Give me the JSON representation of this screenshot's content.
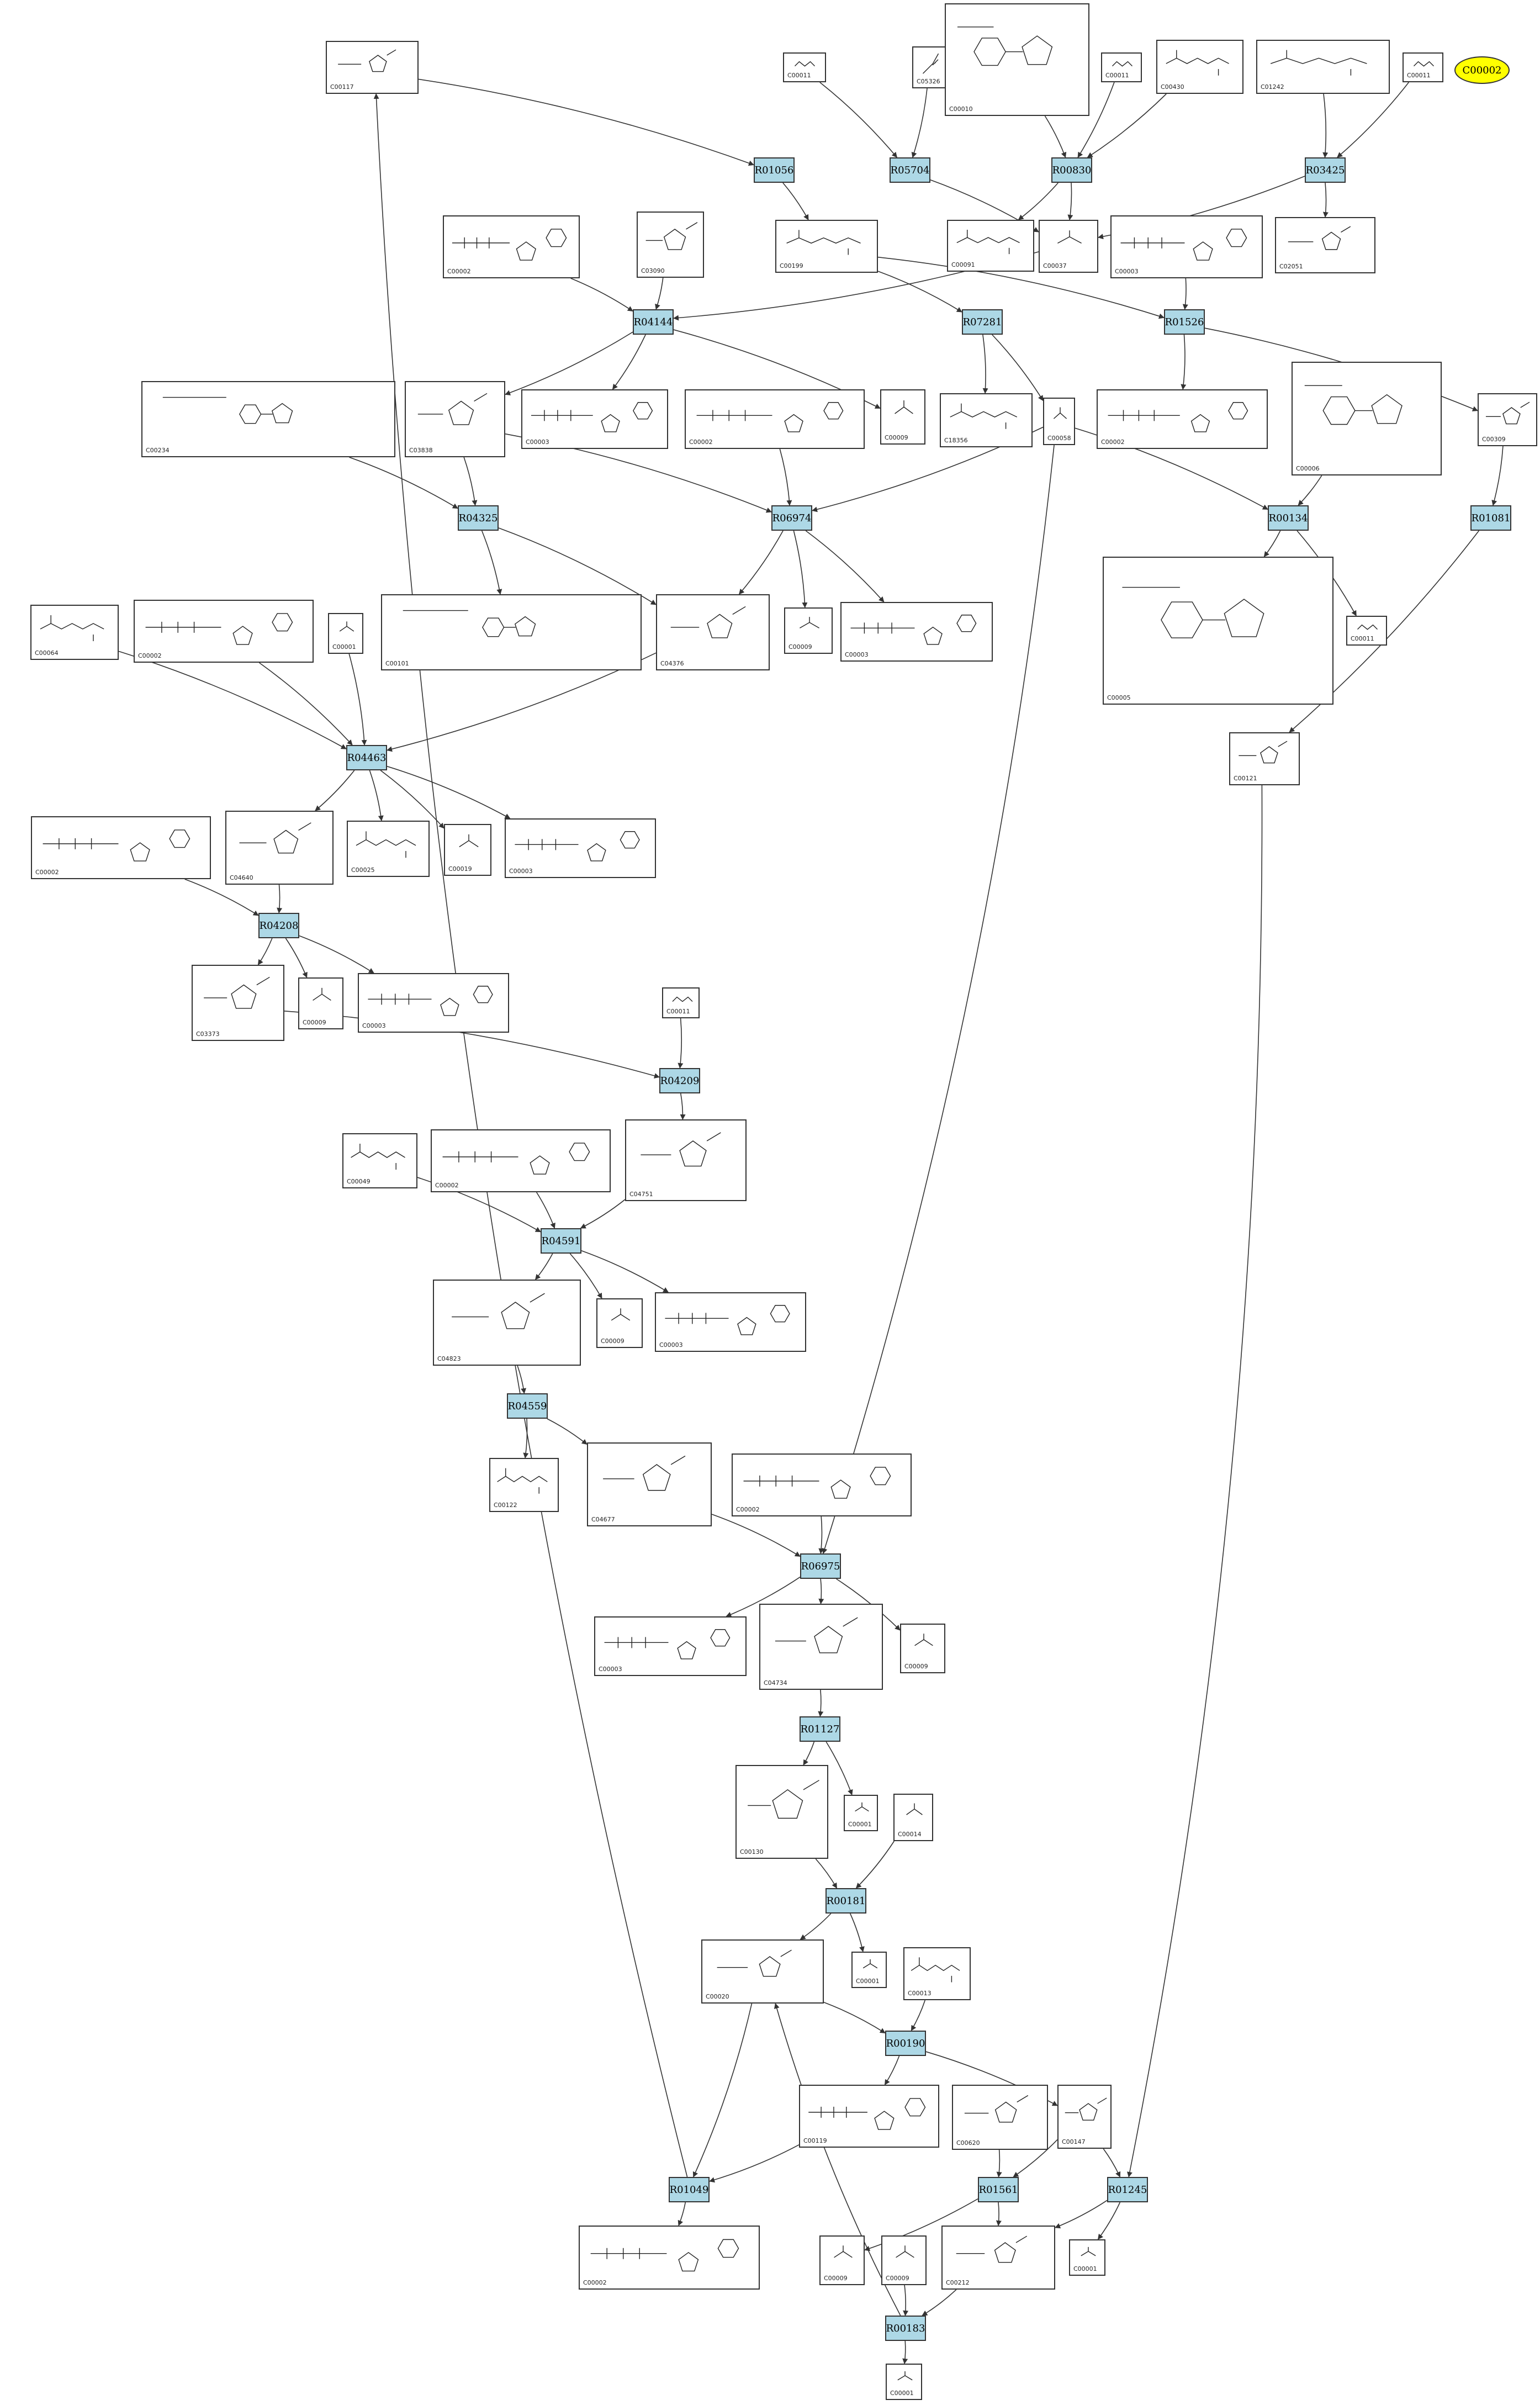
{
  "highlight": {
    "label": "C00002",
    "color": "#ffff00"
  },
  "colors": {
    "reaction_fill": "#add8e6",
    "border": "#333333",
    "edge": "#333333"
  },
  "reactions": [
    "R01056",
    "R05704",
    "R00830",
    "R03425",
    "R04144",
    "R07281",
    "R01526",
    "R04325",
    "R06974",
    "R00134",
    "R01081",
    "R04463",
    "R04208",
    "R04209",
    "R04591",
    "R04559",
    "R06975",
    "R01127",
    "R00181",
    "R00190",
    "R01049",
    "R01561",
    "R01245",
    "R00183"
  ],
  "compounds": [
    "C00117",
    "C00011",
    "C05326",
    "C00010",
    "C00011",
    "C00430",
    "C01242",
    "C00011",
    "C00002",
    "C03090",
    "C00199",
    "C00091",
    "C00037",
    "C00003",
    "C02051",
    "C00234",
    "C03838",
    "C00003",
    "C00002",
    "C00009",
    "C18356",
    "C00058",
    "C00002",
    "C00006",
    "C00309",
    "C00101",
    "C04376",
    "C00009",
    "C00003",
    "C00005",
    "C00011",
    "C00064",
    "C00002",
    "C00001",
    "C00121",
    "C00002",
    "C04640",
    "C00025",
    "C00019",
    "C00003",
    "C03373",
    "C00009",
    "C00003",
    "C00011",
    "C00049",
    "C00002",
    "C04751",
    "C04823",
    "C00009",
    "C00003",
    "C00122",
    "C04677",
    "C00002",
    "C00003",
    "C04734",
    "C00009",
    "C00130",
    "C00001",
    "C00014",
    "C00020",
    "C00001",
    "C00013",
    "C00119",
    "C00620",
    "C00147",
    "C00002",
    "C00009",
    "C00009",
    "C00212",
    "C00001",
    "C00001"
  ]
}
